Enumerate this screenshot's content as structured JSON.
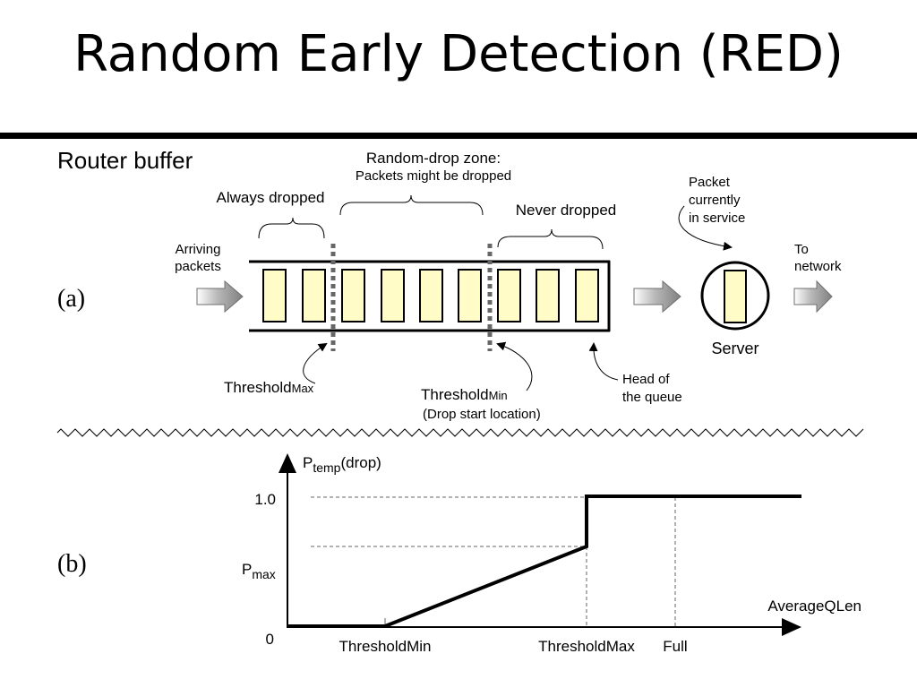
{
  "title": "Random Early Detection (RED)",
  "part_a": {
    "label": "(a)",
    "router_buffer": "Router buffer",
    "random_zone_title": "Random-drop zone:",
    "random_zone_sub": "Packets might be dropped",
    "always_dropped": "Always dropped",
    "never_dropped": "Never dropped",
    "arriving": [
      "Arriving",
      "packets"
    ],
    "packet_in_service": [
      "Packet",
      "currently",
      "in service"
    ],
    "to_network": [
      "To",
      "network"
    ],
    "server": "Server",
    "threshold_max_main": "Threshold",
    "threshold_max_sub": "Max",
    "threshold_min_main": "Threshold",
    "threshold_min_sub": "Min",
    "drop_start": "(Drop start location)",
    "head_of_queue": [
      "Head of",
      "the queue"
    ],
    "buffer_slots": 9
  },
  "part_b": {
    "label": "(b)",
    "y_axis_main": "P",
    "y_axis_sub": "temp",
    "y_axis_rest": "(drop)",
    "y_tick_one": "1.0",
    "y_tick_pmax_main": "P",
    "y_tick_pmax_sub": "max",
    "y_tick_zero": "0",
    "x_axis_label": "AverageQLen",
    "x_ticks": [
      "ThresholdMin",
      "ThresholdMax",
      "Full"
    ]
  },
  "colors": {
    "packet_fill": "#fffcc8",
    "arrow_gray": "#8c8c8c",
    "dash_gray": "#666666"
  },
  "chart_data": {
    "type": "line",
    "xlabel": "AverageQLen",
    "ylabel": "Ptemp(drop)",
    "x_categories": [
      "0",
      "ThresholdMin",
      "ThresholdMax",
      "Full"
    ],
    "y_ticks": [
      "0",
      "Pmax",
      "1.0"
    ],
    "series": [
      {
        "points": [
          {
            "x": "0",
            "y": "0"
          },
          {
            "x": "ThresholdMin",
            "y": "0"
          },
          {
            "x": "ThresholdMax",
            "y": "Pmax"
          },
          {
            "x": "ThresholdMax",
            "y": "1.0"
          },
          {
            "x": "Full",
            "y": "1.0"
          }
        ]
      }
    ]
  }
}
